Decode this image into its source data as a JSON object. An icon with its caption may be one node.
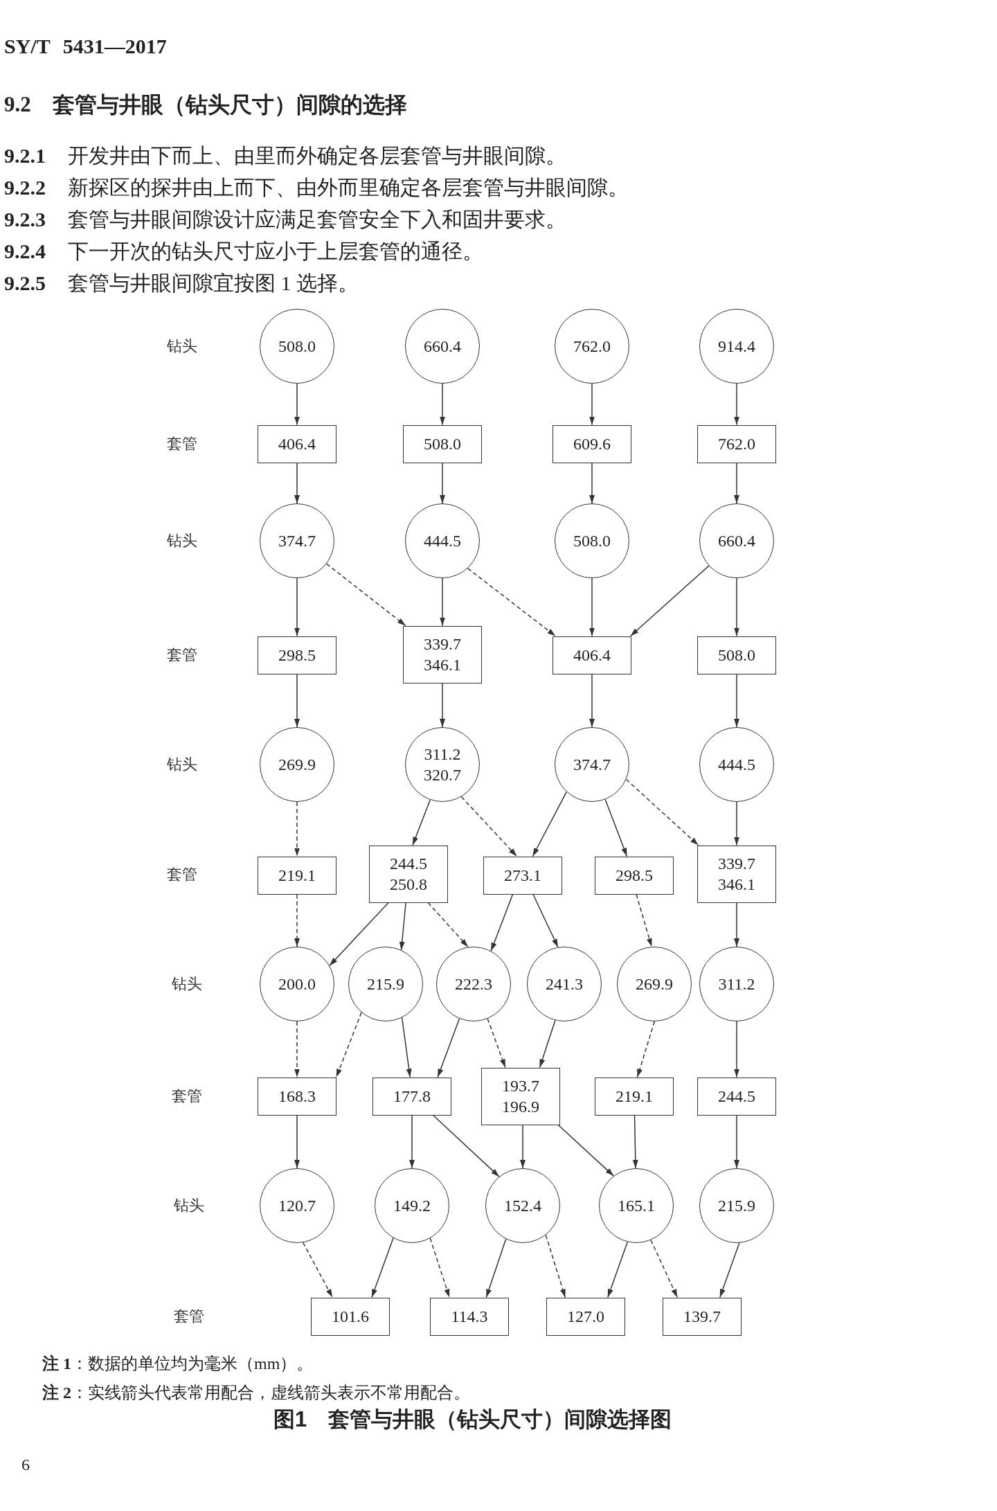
{
  "diagram": {
    "caption": "图1 套管与井眼（钻头尺寸）间隙选择图",
    "nodes": [
      {
        "text": [
          "508.0"
        ]
      },
      {
        "text": [
          "660.4"
        ]
      },
      {
        "text": [
          "762.0"
        ]
      },
      {
        "text": [
          "914.4"
        ]
      },
      {
        "text": [
          "406.4"
        ]
      },
      {
        "text": [
          "508.0"
        ]
      },
      {
        "text": [
          "609.6"
        ]
      },
      {
        "text": [
          "762.0"
        ]
      },
      {
        "text": [
          "374.7"
        ]
      },
      {
        "text": [
          "444.5"
        ]
      },
      {
        "text": [
          "508.0"
        ]
      },
      {
        "text": [
          "660.4"
        ]
      },
      {
        "text": [
          "298.5"
        ]
      },
      {
        "text": [
          "339.7 346.1"
        ]
      },
      {
        "text": [
          "406.4"
        ]
      },
      {
        "text": [
          "508.0"
        ]
      },
      {
        "text": [
          "269.9"
        ]
      },
      {
        "text": [
          "311.2 320.7"
        ]
      },
      {
        "text": [
          "374.7"
        ]
      },
      {
        "text": [
          "444.5"
        ]
      },
      {
        "text": [
          "219.1"
        ]
      },
      {
        "text": [
          "244.5 250.8"
        ]
      },
      {
        "text": [
          "273.1"
        ]
      },
      {
        "text": [
          "298.5"
        ]
      },
      {
        "text": [
          "339.7 346.1"
        ]
      },
      {
        "text": [
          "200.0"
        ]
      },
      {
        "text": [
          "215.9"
        ]
      },
      {
        "text": [
          "222.3"
        ]
      },
      {
        "text": [
          "241.3"
        ]
      },
      {
        "text": [
          "269.9"
        ]
      },
      {
        "text": [
          "311.2"
        ]
      },
      {
        "text": [
          "168.3"
        ]
      },
      {
        "text": [
          "177.8"
        ]
      },
      {
        "text": [
          "193.7 196.9"
        ]
      },
      {
        "text": [
          "219.1"
        ]
      },
      {
        "text": [
          "244.5"
        ]
      },
      {
        "text": [
          "120.7"
        ]
      },
      {
        "text": [
          "149.2"
        ]
      },
      {
        "text": [
          "152.4"
        ]
      },
      {
        "text": [
          "165.1"
        ]
      },
      {
        "text": [
          "215.9"
        ]
      },
      {
        "text": [
          "101.6"
        ]
      },
      {
        "text": [
          "114.3"
        ]
      },
      {
        "text": [
          "127.0"
        ]
      },
      {
        "text": [
          "139.7"
        ]
      }
    ],
    "edges": [
      {
        "from": 0,
        "to": 4,
        "arrow": "to"
      },
      {
        "from": 1,
        "to": 5,
        "arrow": "to"
      },
      {
        "from": 2,
        "to": 6,
        "arrow": "to"
      },
      {
        "from": 3,
        "to": 7,
        "arrow": "to"
      },
      {
        "from": 4,
        "to": 8,
        "arrow": "to"
      },
      {
        "from": 5,
        "to": 9,
        "arrow": "to"
      },
      {
        "from": 6,
        "to": 10,
        "arrow": "to"
      },
      {
        "from": 7,
        "to": 11,
        "arrow": "to"
      },
      {
        "from": 8,
        "to": 12,
        "arrow": "to"
      },
      {
        "from": 8,
        "to": 13,
        "arrow": "to",
        "style": "dashed"
      },
      {
        "from": 9,
        "to": 13,
        "arrow": "to"
      },
      {
        "from": 9,
        "to": 14,
        "arrow": "to",
        "style": "dashed"
      },
      {
        "from": 10,
        "to": 14,
        "arrow": "to"
      },
      {
        "from": 11,
        "to": 14,
        "arrow": "to"
      },
      {
        "from": 11,
        "to": 15,
        "arrow": "to"
      },
      {
        "from": 12,
        "to": 16,
        "arrow": "to"
      },
      {
        "from": 13,
        "to": 17,
        "arrow": "to"
      },
      {
        "from": 14,
        "to": 18,
        "arrow": "to"
      },
      {
        "from": 15,
        "to": 19,
        "arrow": "to"
      },
      {
        "from": 16,
        "to": 20,
        "arrow": "to",
        "style": "dashed"
      },
      {
        "from": 17,
        "to": 21,
        "arrow": "to"
      },
      {
        "from": 17,
        "to": 22,
        "arrow": "to",
        "style": "dashed"
      },
      {
        "from": 18,
        "to": 22,
        "arrow": "to"
      },
      {
        "from": 18,
        "to": 23,
        "arrow": "to"
      },
      {
        "from": 18,
        "to": 24,
        "arrow": "to",
        "style": "dashed"
      },
      {
        "from": 19,
        "to": 24,
        "arrow": "to"
      },
      {
        "from": 20,
        "to": 25,
        "arrow": "to",
        "style": "dashed"
      },
      {
        "from": 21,
        "to": 25,
        "arrow": "to"
      },
      {
        "from": 21,
        "to": 26,
        "arrow": "to"
      },
      {
        "from": 21,
        "to": 27,
        "arrow": "to",
        "style": "dashed"
      },
      {
        "from": 22,
        "to": 27,
        "arrow": "to"
      },
      {
        "from": 22,
        "to": 28,
        "arrow": "to"
      },
      {
        "from": 23,
        "to": 29,
        "arrow": "to",
        "style": "dashed"
      },
      {
        "from": 24,
        "to": 30,
        "arrow": "to"
      },
      {
        "from": 25,
        "to": 31,
        "arrow": "to",
        "style": "dashed"
      },
      {
        "from": 26,
        "to": 31,
        "arrow": "to",
        "style": "dashed"
      },
      {
        "from": 26,
        "to": 32,
        "arrow": "to"
      },
      {
        "from": 27,
        "to": 32,
        "arrow": "to"
      },
      {
        "from": 27,
        "to": 33,
        "arrow": "to",
        "style": "dashed"
      },
      {
        "from": 28,
        "to": 33,
        "arrow": "to"
      },
      {
        "from": 29,
        "to": 34,
        "arrow": "to",
        "style": "dashed"
      },
      {
        "from": 30,
        "to": 35,
        "arrow": "to"
      },
      {
        "from": 31,
        "to": 36,
        "arrow": "to"
      },
      {
        "from": 32,
        "to": 37,
        "arrow": "to"
      },
      {
        "from": 32,
        "to": 38,
        "arrow": "to"
      },
      {
        "from": 33,
        "to": 38,
        "arrow": "to"
      },
      {
        "from": 33,
        "to": 39,
        "arrow": "to"
      },
      {
        "from": 34,
        "to": 39,
        "arrow": "to"
      },
      {
        "from": 35,
        "to": 40,
        "arrow": "to"
      },
      {
        "from": 36,
        "to": 41,
        "arrow": "to",
        "style": "dashed"
      },
      {
        "from": 37,
        "to": 41,
        "arrow": "to"
      },
      {
        "from": 37,
        "to": 42,
        "arrow": "to",
        "style": "dashed"
      },
      {
        "from": 38,
        "to": 42,
        "arrow": "to"
      },
      {
        "from": 38,
        "to": 43,
        "arrow": "to",
        "style": "dashed"
      },
      {
        "from": 39,
        "to": 43,
        "arrow": "to"
      },
      {
        "from": 39,
        "to": 44,
        "arrow": "to",
        "style": "dashed"
      },
      {
        "from": 40,
        "to": 44,
        "arrow": "to"
      }
    ],
    "labels": [
      "SY/T 5431—2017",
      "9.2",
      "套管与井眼（钻头尺寸）间隙的选择",
      "9.2.1",
      "开发井由下而上、由里而外确定各层套管与井眼间隙。",
      "9.2.2",
      "新探区的探井由上而下、由外而里确定各层套管与井眼间隙。",
      "9.2.3",
      "套管与井眼间隙设计应满足套管安全下入和固井要求。",
      "9.2.4",
      "下一开次的钻头尺寸应小于上层套管的通径。",
      "9.2.5",
      "套管与井眼间隙宜按图 1 选择。",
      "钻头",
      "套管",
      "钻头",
      "套管",
      "钻头",
      "套管",
      "钻头",
      "套管",
      "钻头",
      "套管",
      "**注 1**：数据的单位均为毫米（mm）。",
      "**注 2**：实线箭头代表常用配合，虚线箭头表示不常用配合。",
      "6"
    ]
  }
}
